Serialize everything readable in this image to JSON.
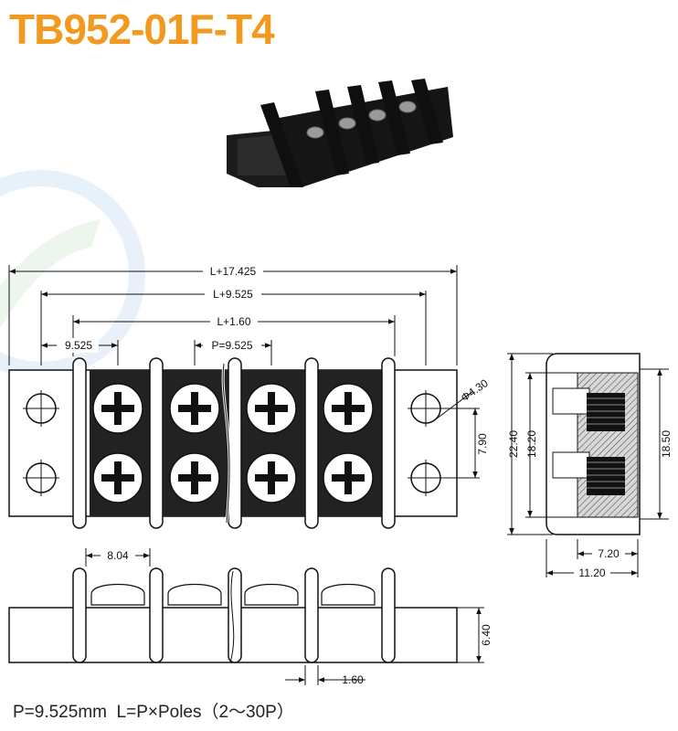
{
  "title": "TB952-01F-T4",
  "dimensions": {
    "l_plus_17_425": "L+17.425",
    "l_plus_9_525": "L+9.525",
    "l_plus_1_60": "L+1.60",
    "pitch_left": "9.525",
    "pitch": "P=9.525",
    "hole_dia": "Φ4.30",
    "height_7_90": "7.90",
    "height_22_40": "22.40",
    "height_18_20": "18.20",
    "height_18_50": "18.50",
    "width_7_20": "7.20",
    "width_11_20": "11.20",
    "width_8_04": "8.04",
    "height_6_40": "6.40",
    "gap_1_60": "1.60"
  },
  "footer": "P=9.525mm  L=P×Poles（2～30P）",
  "colors": {
    "title": "#f29a1f",
    "line": "#1a1a1a",
    "body": "#111111"
  }
}
